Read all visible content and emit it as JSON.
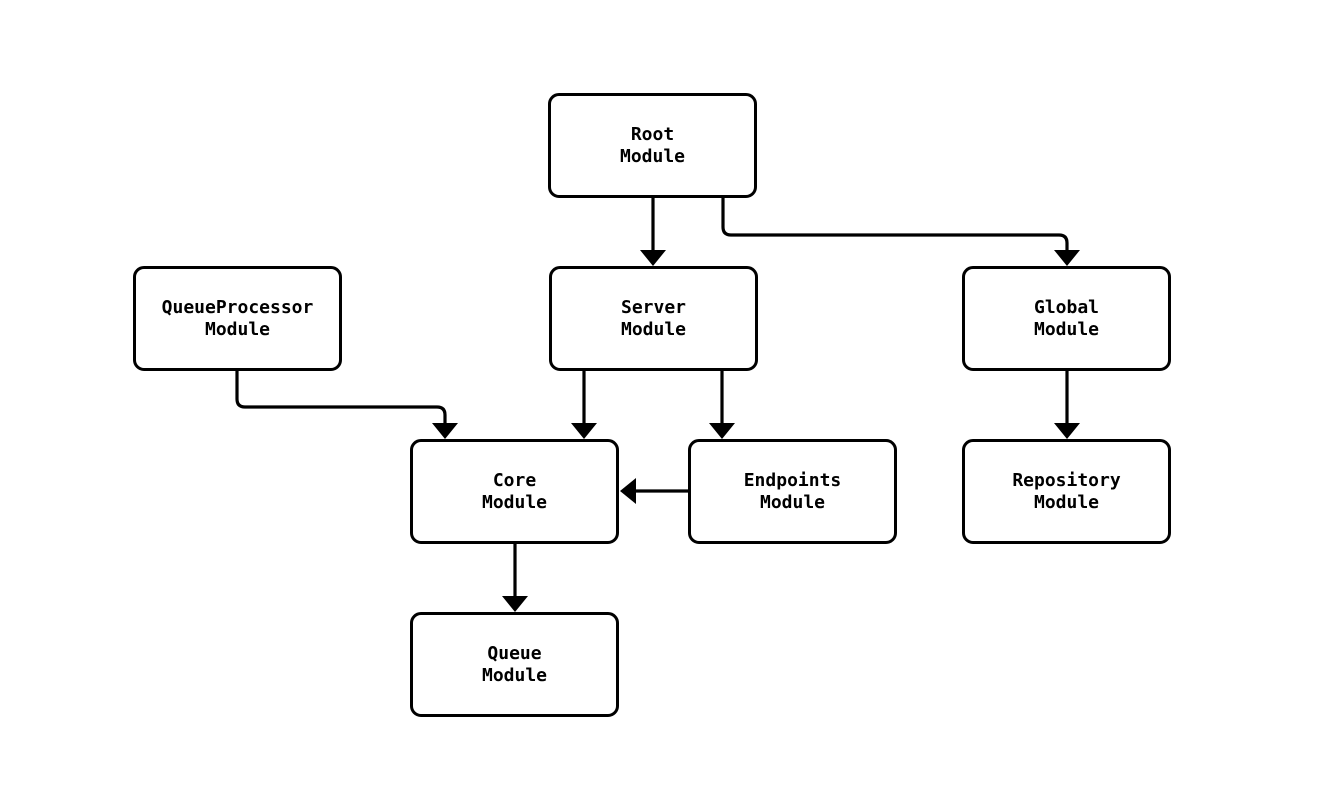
{
  "diagram": {
    "colors": {
      "background": "#ffffff",
      "node_fill": "#ffffff",
      "node_border": "#000000",
      "edge_stroke": "#000000",
      "text": "#000000"
    },
    "nodes": [
      {
        "id": "root",
        "line1": "Root",
        "line2": "Module"
      },
      {
        "id": "queueprocessor",
        "line1": "QueueProcessor",
        "line2": "Module"
      },
      {
        "id": "server",
        "line1": "Server",
        "line2": "Module"
      },
      {
        "id": "global",
        "line1": "Global",
        "line2": "Module"
      },
      {
        "id": "core",
        "line1": "Core",
        "line2": "Module"
      },
      {
        "id": "endpoints",
        "line1": "Endpoints",
        "line2": "Module"
      },
      {
        "id": "repository",
        "line1": "Repository",
        "line2": "Module"
      },
      {
        "id": "queue",
        "line1": "Queue",
        "line2": "Module"
      }
    ],
    "edges": [
      {
        "from": "Root Module",
        "to": "Server Module"
      },
      {
        "from": "Root Module",
        "to": "Global Module"
      },
      {
        "from": "QueueProcessor Module",
        "to": "Core Module"
      },
      {
        "from": "Server Module",
        "to": "Core Module"
      },
      {
        "from": "Server Module",
        "to": "Endpoints Module"
      },
      {
        "from": "Endpoints Module",
        "to": "Core Module"
      },
      {
        "from": "Core Module",
        "to": "Queue Module"
      },
      {
        "from": "Global Module",
        "to": "Repository Module"
      }
    ]
  }
}
